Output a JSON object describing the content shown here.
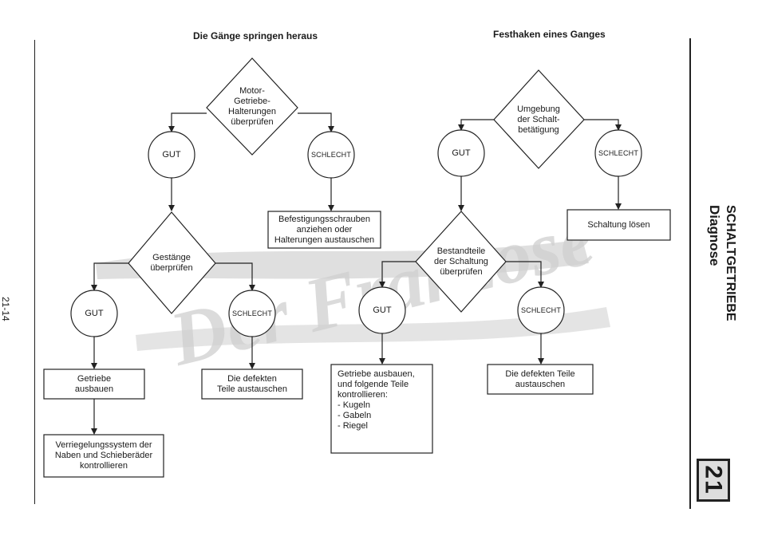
{
  "watermark": "Der Franzose",
  "page_number": "21-14",
  "side_title": {
    "line1": "SCHALTGETRIEBE",
    "line2": "Diagnose"
  },
  "chapter_badge": "21",
  "left_chart": {
    "heading": "Die Gänge springen heraus",
    "diamond1": "Motor-\nGetriebe-\nHalterungen\nüberprüfen",
    "gut1": "GUT",
    "schlecht1": "SCHLECHT",
    "box_schlecht1": "Befestigungsschrauben\nanziehen oder\nHalterungen austauschen",
    "diamond2": "Gestänge\nüberprüfen",
    "gut2": "GUT",
    "schlecht2": "SCHLECHT",
    "box_getriebe": "Getriebe\nausbauen",
    "box_defekt": "Die defekten\nTeile austauschen",
    "box_verriegelung": "Verriegelungssystem der\nNaben und Schieberäder\nkontrollieren"
  },
  "right_chart": {
    "heading": "Festhaken eines Ganges",
    "diamond1": "Umgebung\nder Schalt-\nbetätigung",
    "gut1": "GUT",
    "schlecht1": "SCHLECHT",
    "box_schaltung": "Schaltung lösen",
    "diamond2": "Bestandteile\nder Schaltung\nüberprüfen",
    "gut2": "GUT",
    "schlecht2": "SCHLECHT",
    "box_getriebe_intro": "Getriebe ausbauen,\nund folgende Teile\nkontrollieren:",
    "box_getriebe_items": [
      "-  Kugeln",
      "-  Gabeln",
      "-  Riegel"
    ],
    "box_defekt": "Die defekten Teile\naustauschen"
  }
}
